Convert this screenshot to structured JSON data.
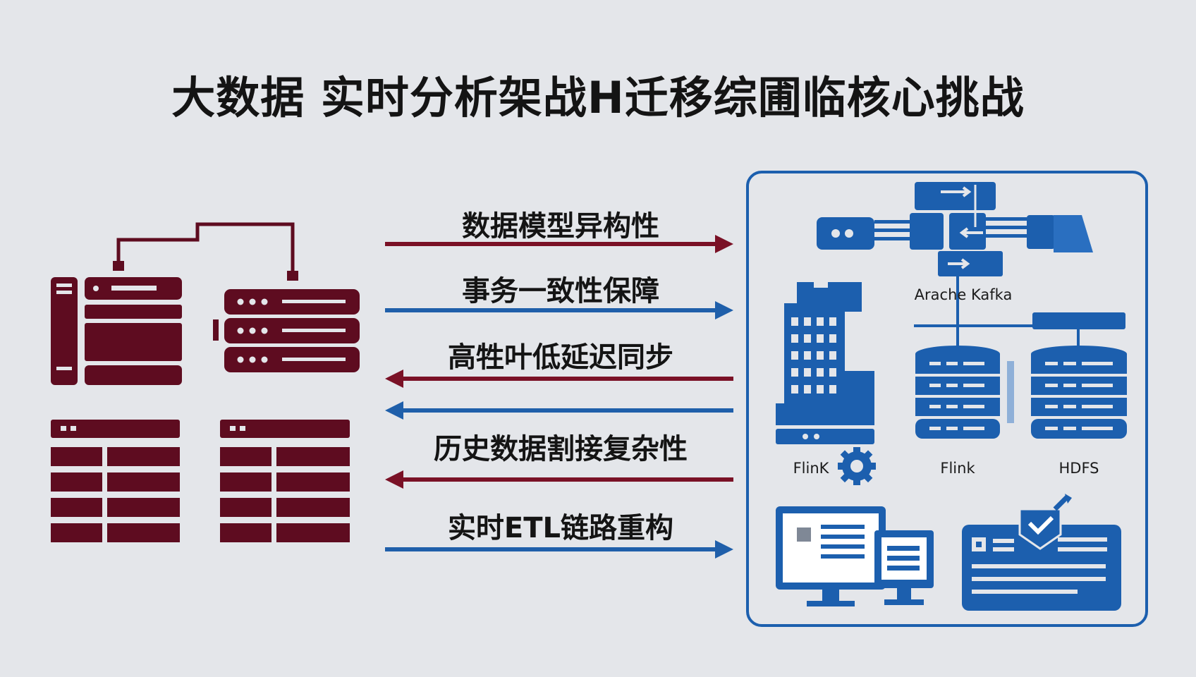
{
  "title": "大数据 实时分析架战H迁移综圃临核心挑战",
  "challenges": [
    {
      "label": "数据模型异构性",
      "direction": "right",
      "color": "#7a1126"
    },
    {
      "label": "事务一致性保障",
      "direction": "right",
      "color": "#1f5faa"
    },
    {
      "label": "高牲叶低延迟同步",
      "direction": "left",
      "color": "#7a1126"
    },
    {
      "label": "",
      "direction": "left",
      "color": "#1f5faa"
    },
    {
      "label": "历史数据割接复杂性",
      "direction": "left",
      "color": "#7a1126"
    },
    {
      "label": "实时ETL链路重构",
      "direction": "right",
      "color": "#1f5faa"
    }
  ],
  "components": {
    "kafka": "Arache Kafka",
    "flink_left": "FlinK",
    "flink_mid": "Flink",
    "hdfs": "HDFS"
  },
  "colors": {
    "legacy": "#5e0c20",
    "modern": "#1c5fae",
    "background": "#e4e6ea"
  },
  "icons": {
    "legacy_top_left": "rack-server-icon",
    "legacy_top_right": "server-stack-icon",
    "legacy_bottom": "database-table-icon",
    "modern_top": "message-queue-icon",
    "modern_building": "building-icon",
    "modern_db": "cylinder-database-icon",
    "modern_monitor": "dashboard-monitor-icon",
    "modern_check": "verified-document-icon",
    "modern_gear": "gear-icon"
  }
}
